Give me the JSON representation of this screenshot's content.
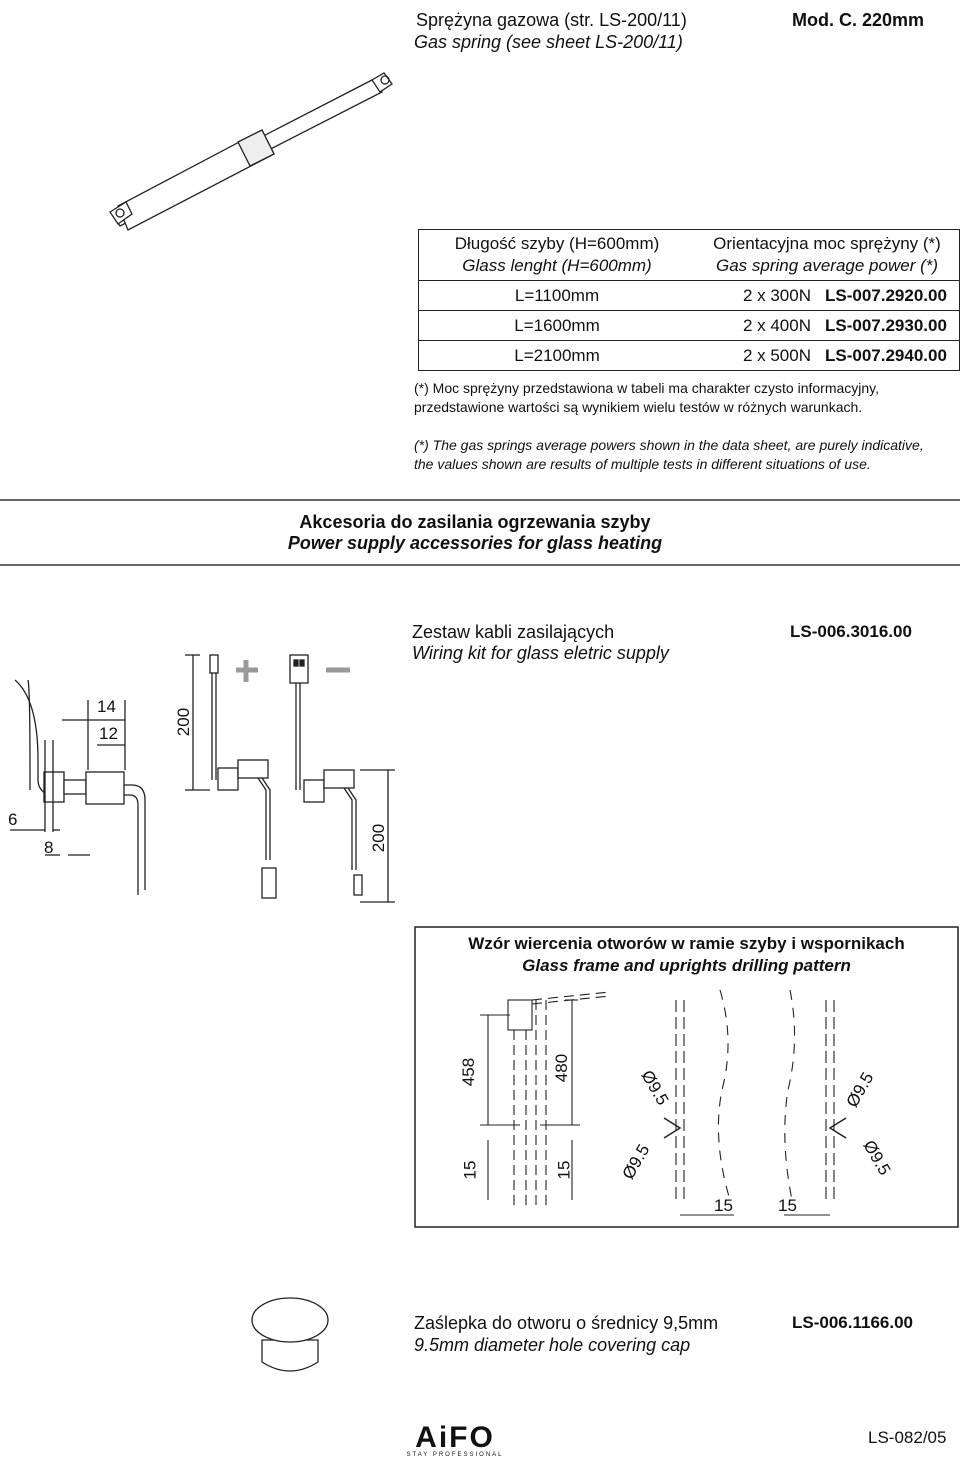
{
  "header": {
    "title_pl": "Sprężyna gazowa (str. LS-200/11)",
    "title_en": "Gas spring (see sheet LS-200/11)",
    "model": "Mod. C. 220mm"
  },
  "spring_table": {
    "col1_pl": "Długość szyby  (H=600mm)",
    "col1_en": "Glass lenght (H=600mm)",
    "col2_pl": "Orientacyjna moc sprężyny (*)",
    "col2_en": "Gas spring average power (*)",
    "rows": [
      {
        "length": "L=1100mm",
        "power": "2 x 300N",
        "code": "LS-007.2920.00"
      },
      {
        "length": "L=1600mm",
        "power": "2 x 400N",
        "code": "LS-007.2930.00"
      },
      {
        "length": "L=2100mm",
        "power": "2 x 500N",
        "code": "LS-007.2940.00"
      }
    ]
  },
  "notes": {
    "pl_line1": "(*) Moc sprężyny przedstawiona w tabeli ma charakter czysto informacyjny,",
    "pl_line2": "przedstawione wartości są wynikiem wielu testów w różnych warunkach.",
    "en_line1": "(*) The gas springs average  powers shown  in the  data sheet, are purely  indicative,",
    "en_line2": "the values shown are results of multiple tests in different situations of use."
  },
  "accessories": {
    "title_pl": "Akcesoria do zasilania ogrzewania szyby",
    "title_en": "Power supply accessories for glass heating"
  },
  "wiring": {
    "name_pl": "Zestaw kabli zasilających",
    "name_en": "Wiring kit for glass eletric supply",
    "code": "LS-006.3016.00",
    "plus": "+",
    "minus": "−",
    "dims": {
      "d14": "14",
      "d12": "12",
      "d200a": "200",
      "d6": "6",
      "d8": "8",
      "d200b": "200"
    }
  },
  "drilling": {
    "title_pl": "Wzór wiercenia otworów w ramie szyby i wspornikach",
    "title_en": "Glass frame and uprights drilling pattern",
    "dims": {
      "d458": "458",
      "d480": "480",
      "d15a": "15",
      "d15b": "15",
      "d15c": "15",
      "d15d": "15",
      "phi1": "Ø9.5",
      "phi2": "Ø9.5",
      "phi3": "Ø9.5",
      "phi4": "Ø9.5"
    }
  },
  "cap": {
    "name_pl": "Zaślepka do otworu o średnicy 9,5mm",
    "name_en": "9.5mm diameter hole covering cap",
    "code": "LS-006.1166.00"
  },
  "footer": {
    "brand": "AiFO",
    "tagline": "STAY PROFESSIONAL",
    "sheet": "LS-082/05"
  }
}
